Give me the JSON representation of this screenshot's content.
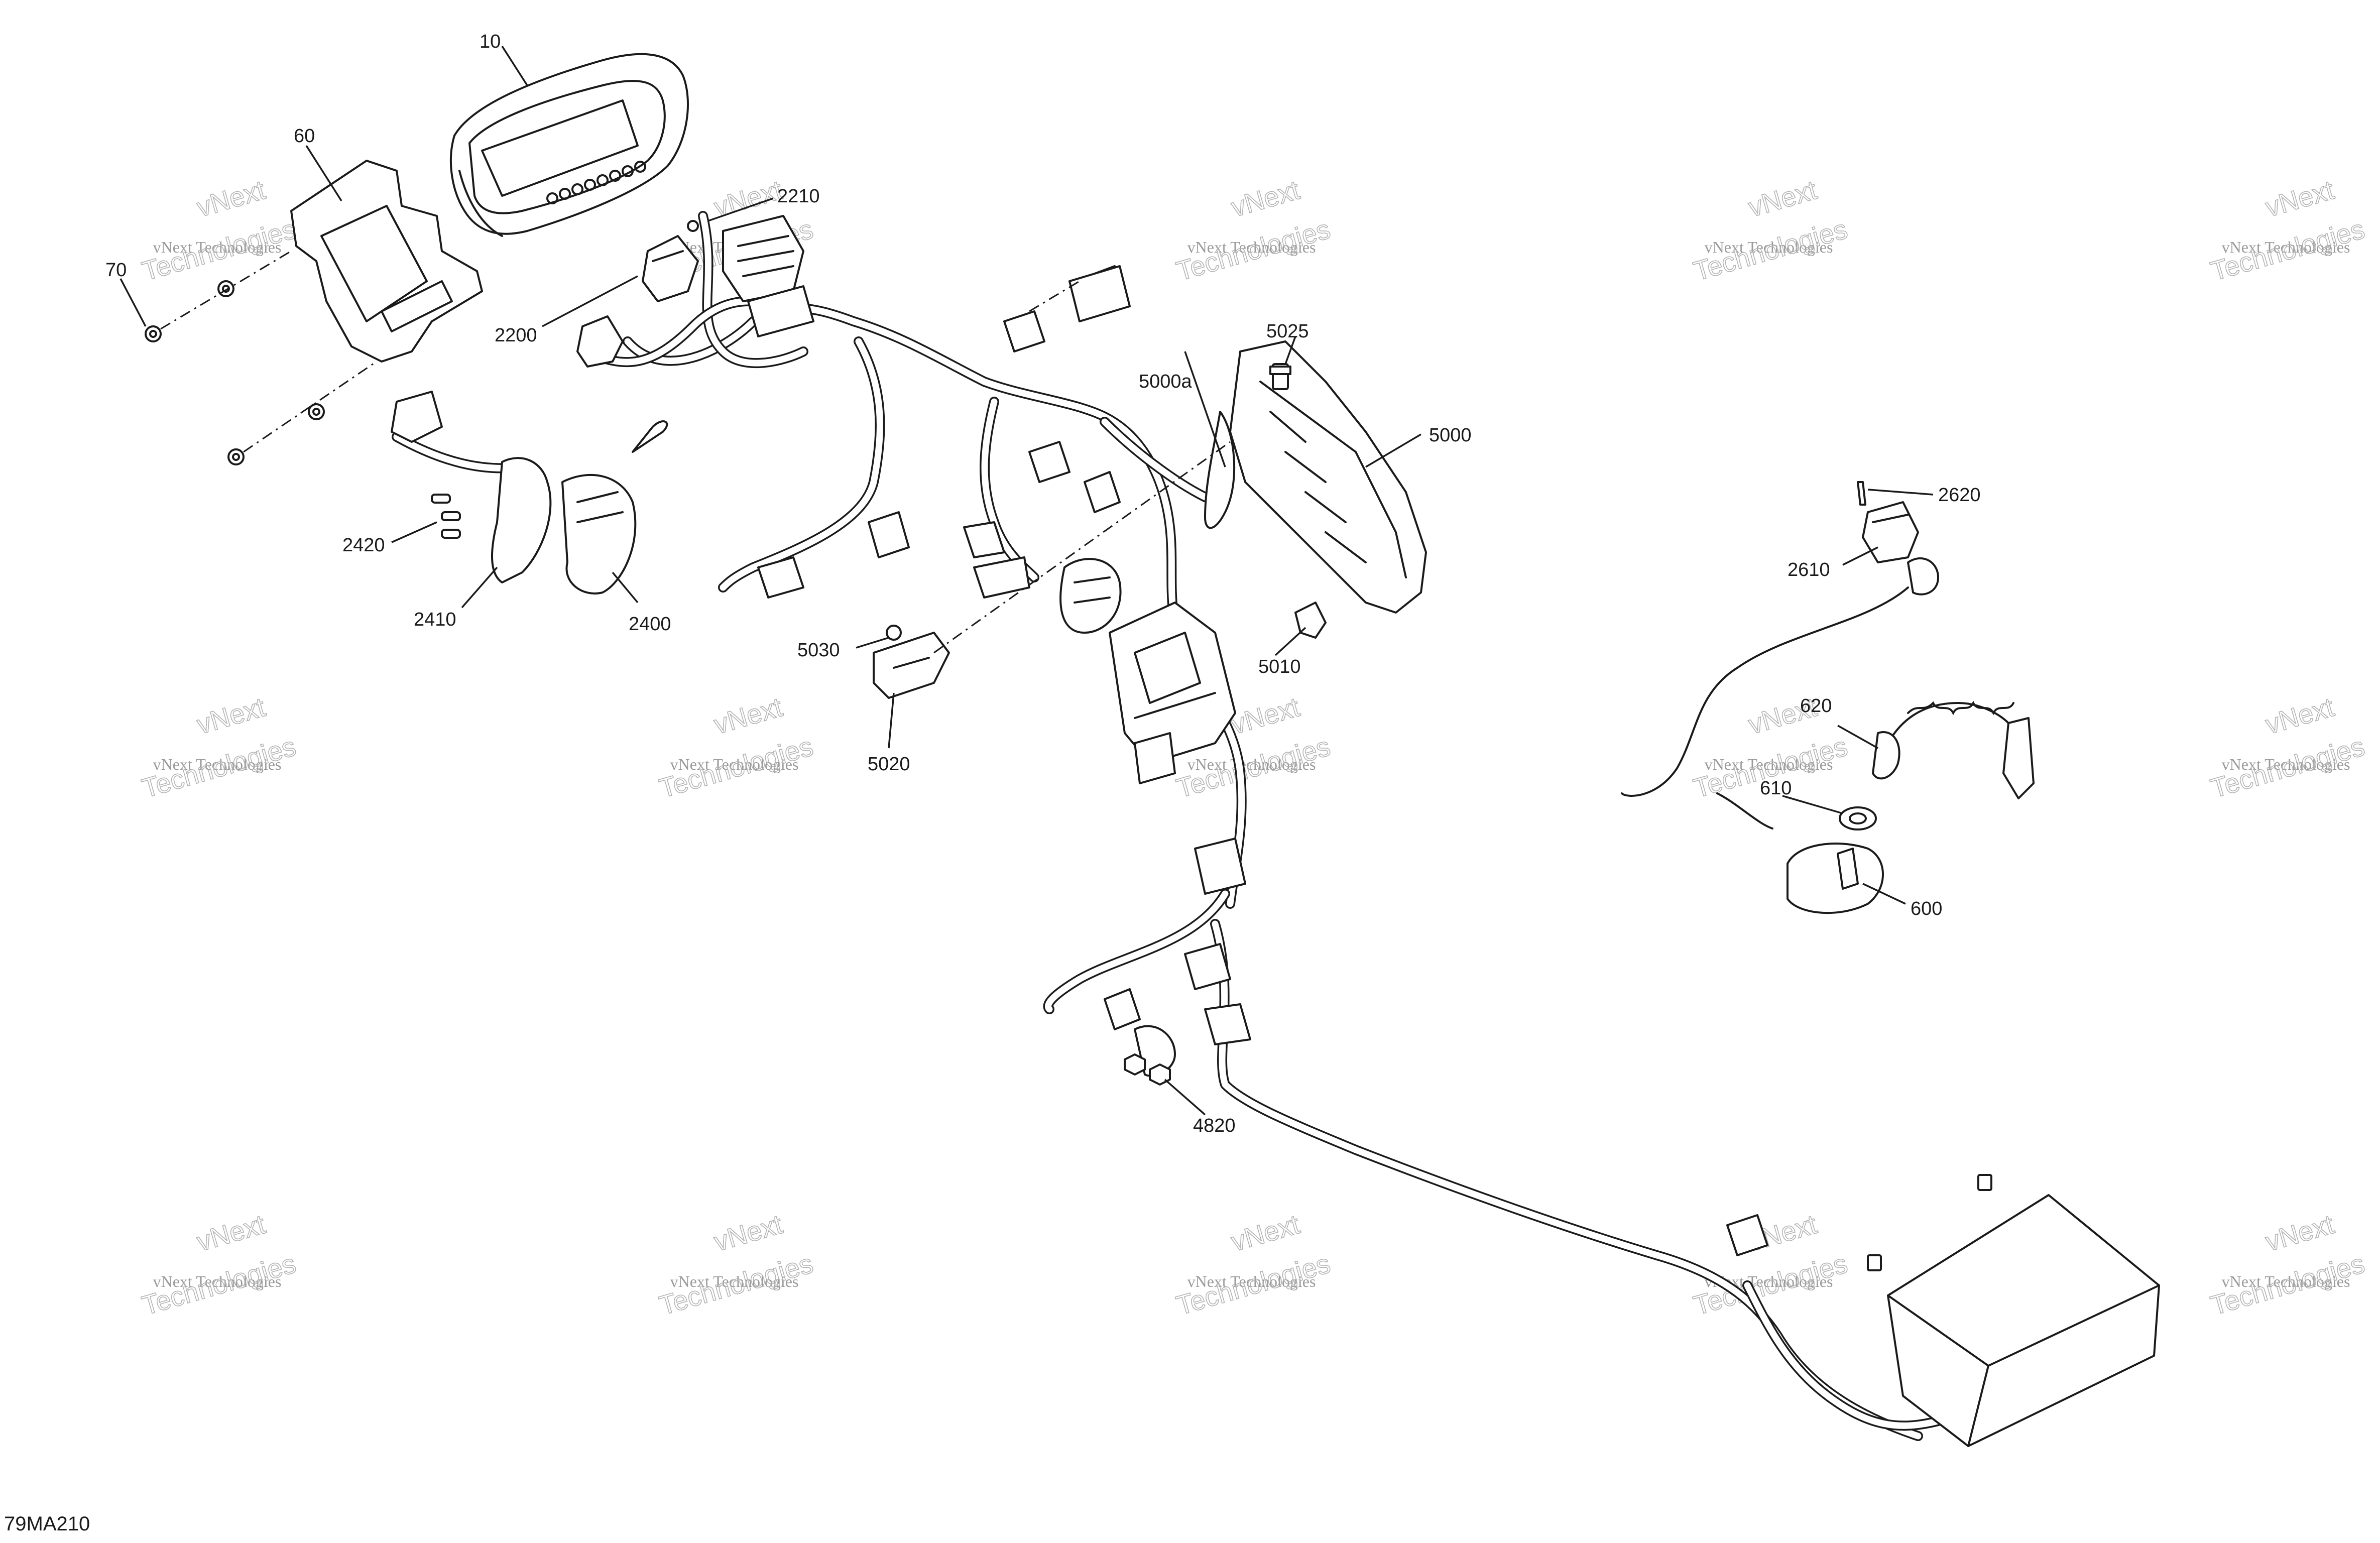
{
  "diagram": {
    "part_callouts": [
      "10",
      "60",
      "70",
      "2210",
      "2200",
      "5025",
      "5000a",
      "5000",
      "2620",
      "2610",
      "2420",
      "2410",
      "2400",
      "5030",
      "5020",
      "5010",
      "620",
      "610",
      "600",
      "4820"
    ],
    "drawing_code": "79MA210",
    "watermark": {
      "brand": "vNext",
      "line1": "vNext Technologies",
      "line2": "Technologies"
    }
  }
}
